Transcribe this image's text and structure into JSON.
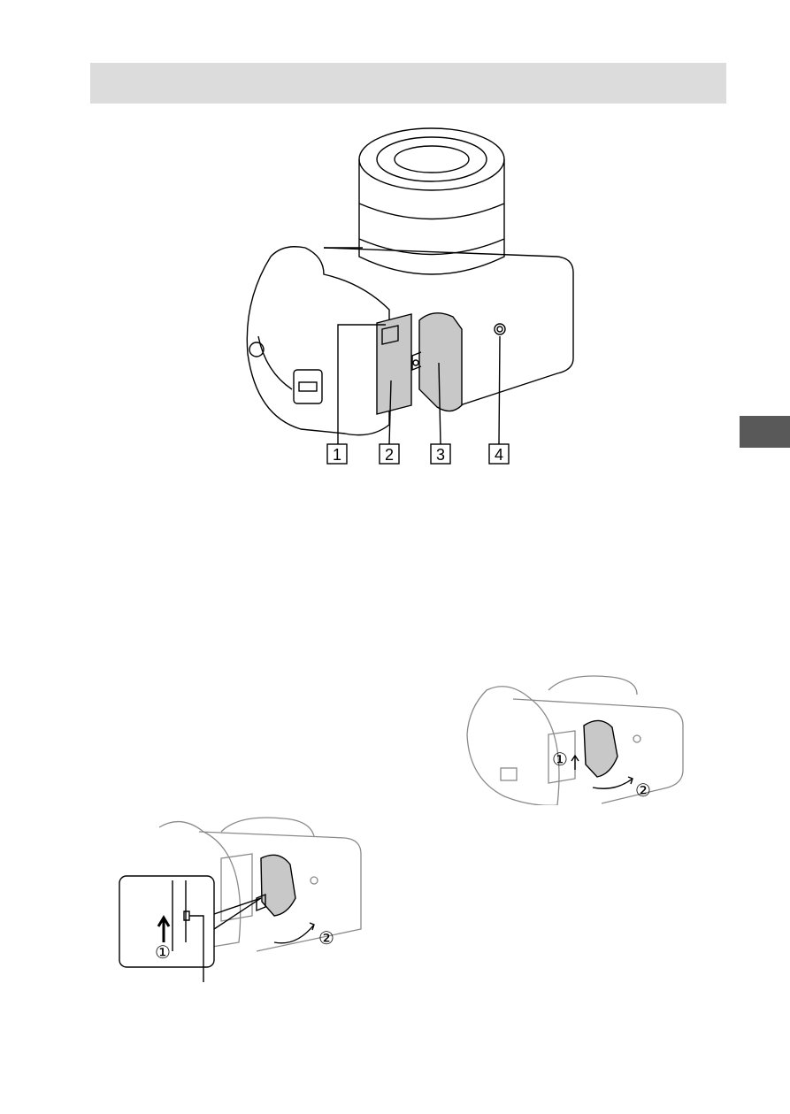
{
  "page": {
    "header_bar_text": "",
    "side_tab_text": ""
  },
  "main_figure": {
    "callouts": [
      "1",
      "2",
      "3",
      "4"
    ]
  },
  "figure_removal_top_right": {
    "step1": "①",
    "step2": "②"
  },
  "figure_removal_bottom_left": {
    "step1": "①",
    "step2": "②"
  },
  "colors": {
    "header_bar": "#dcdcdc",
    "side_tab": "#595959",
    "line": "#000000",
    "shade": "#c8c8c8"
  }
}
